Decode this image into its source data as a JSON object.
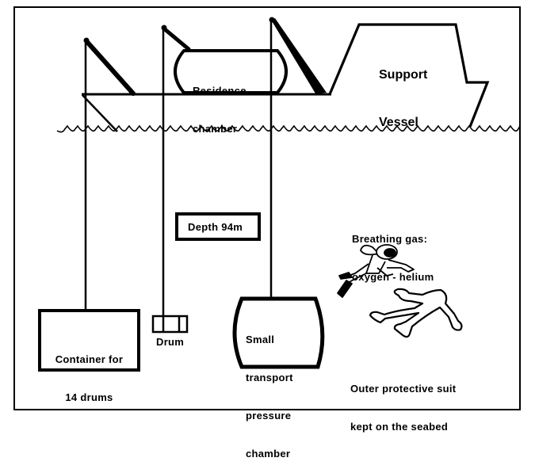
{
  "diagram": {
    "title": "Saturation diving system",
    "colors": {
      "ink": "#000000",
      "background": "#ffffff"
    },
    "labels": {
      "support_vessel": [
        "Support",
        "Vessel"
      ],
      "residence_chamber": [
        "Residence",
        "chamber"
      ],
      "depth": "Depth 94m",
      "breathing_gas": [
        "Breathing gas:",
        "oxygen - helium"
      ],
      "container": [
        "Container for",
        "14 drums"
      ],
      "drum": "Drum",
      "transport_chamber": [
        "Small",
        "transport",
        "pressure",
        "chamber"
      ],
      "outer_suit": [
        "Outer protective suit",
        "kept on the seabed"
      ]
    },
    "components": [
      {
        "id": "support-vessel",
        "kind": "ship"
      },
      {
        "id": "crane-1",
        "kind": "crane",
        "lowers": "container"
      },
      {
        "id": "crane-2",
        "kind": "crane",
        "lowers": "drum"
      },
      {
        "id": "crane-3",
        "kind": "crane",
        "lowers": "transport-chamber"
      },
      {
        "id": "residence-chamber",
        "kind": "chamber",
        "location": "on deck"
      },
      {
        "id": "sea-surface",
        "kind": "water-line"
      },
      {
        "id": "diver",
        "kind": "figure"
      },
      {
        "id": "outer-suit",
        "kind": "figure",
        "location": "seabed"
      }
    ],
    "icons": [
      "crane-icon",
      "diver-icon",
      "diving-suit-icon",
      "drum-icon",
      "wave-icon"
    ]
  }
}
